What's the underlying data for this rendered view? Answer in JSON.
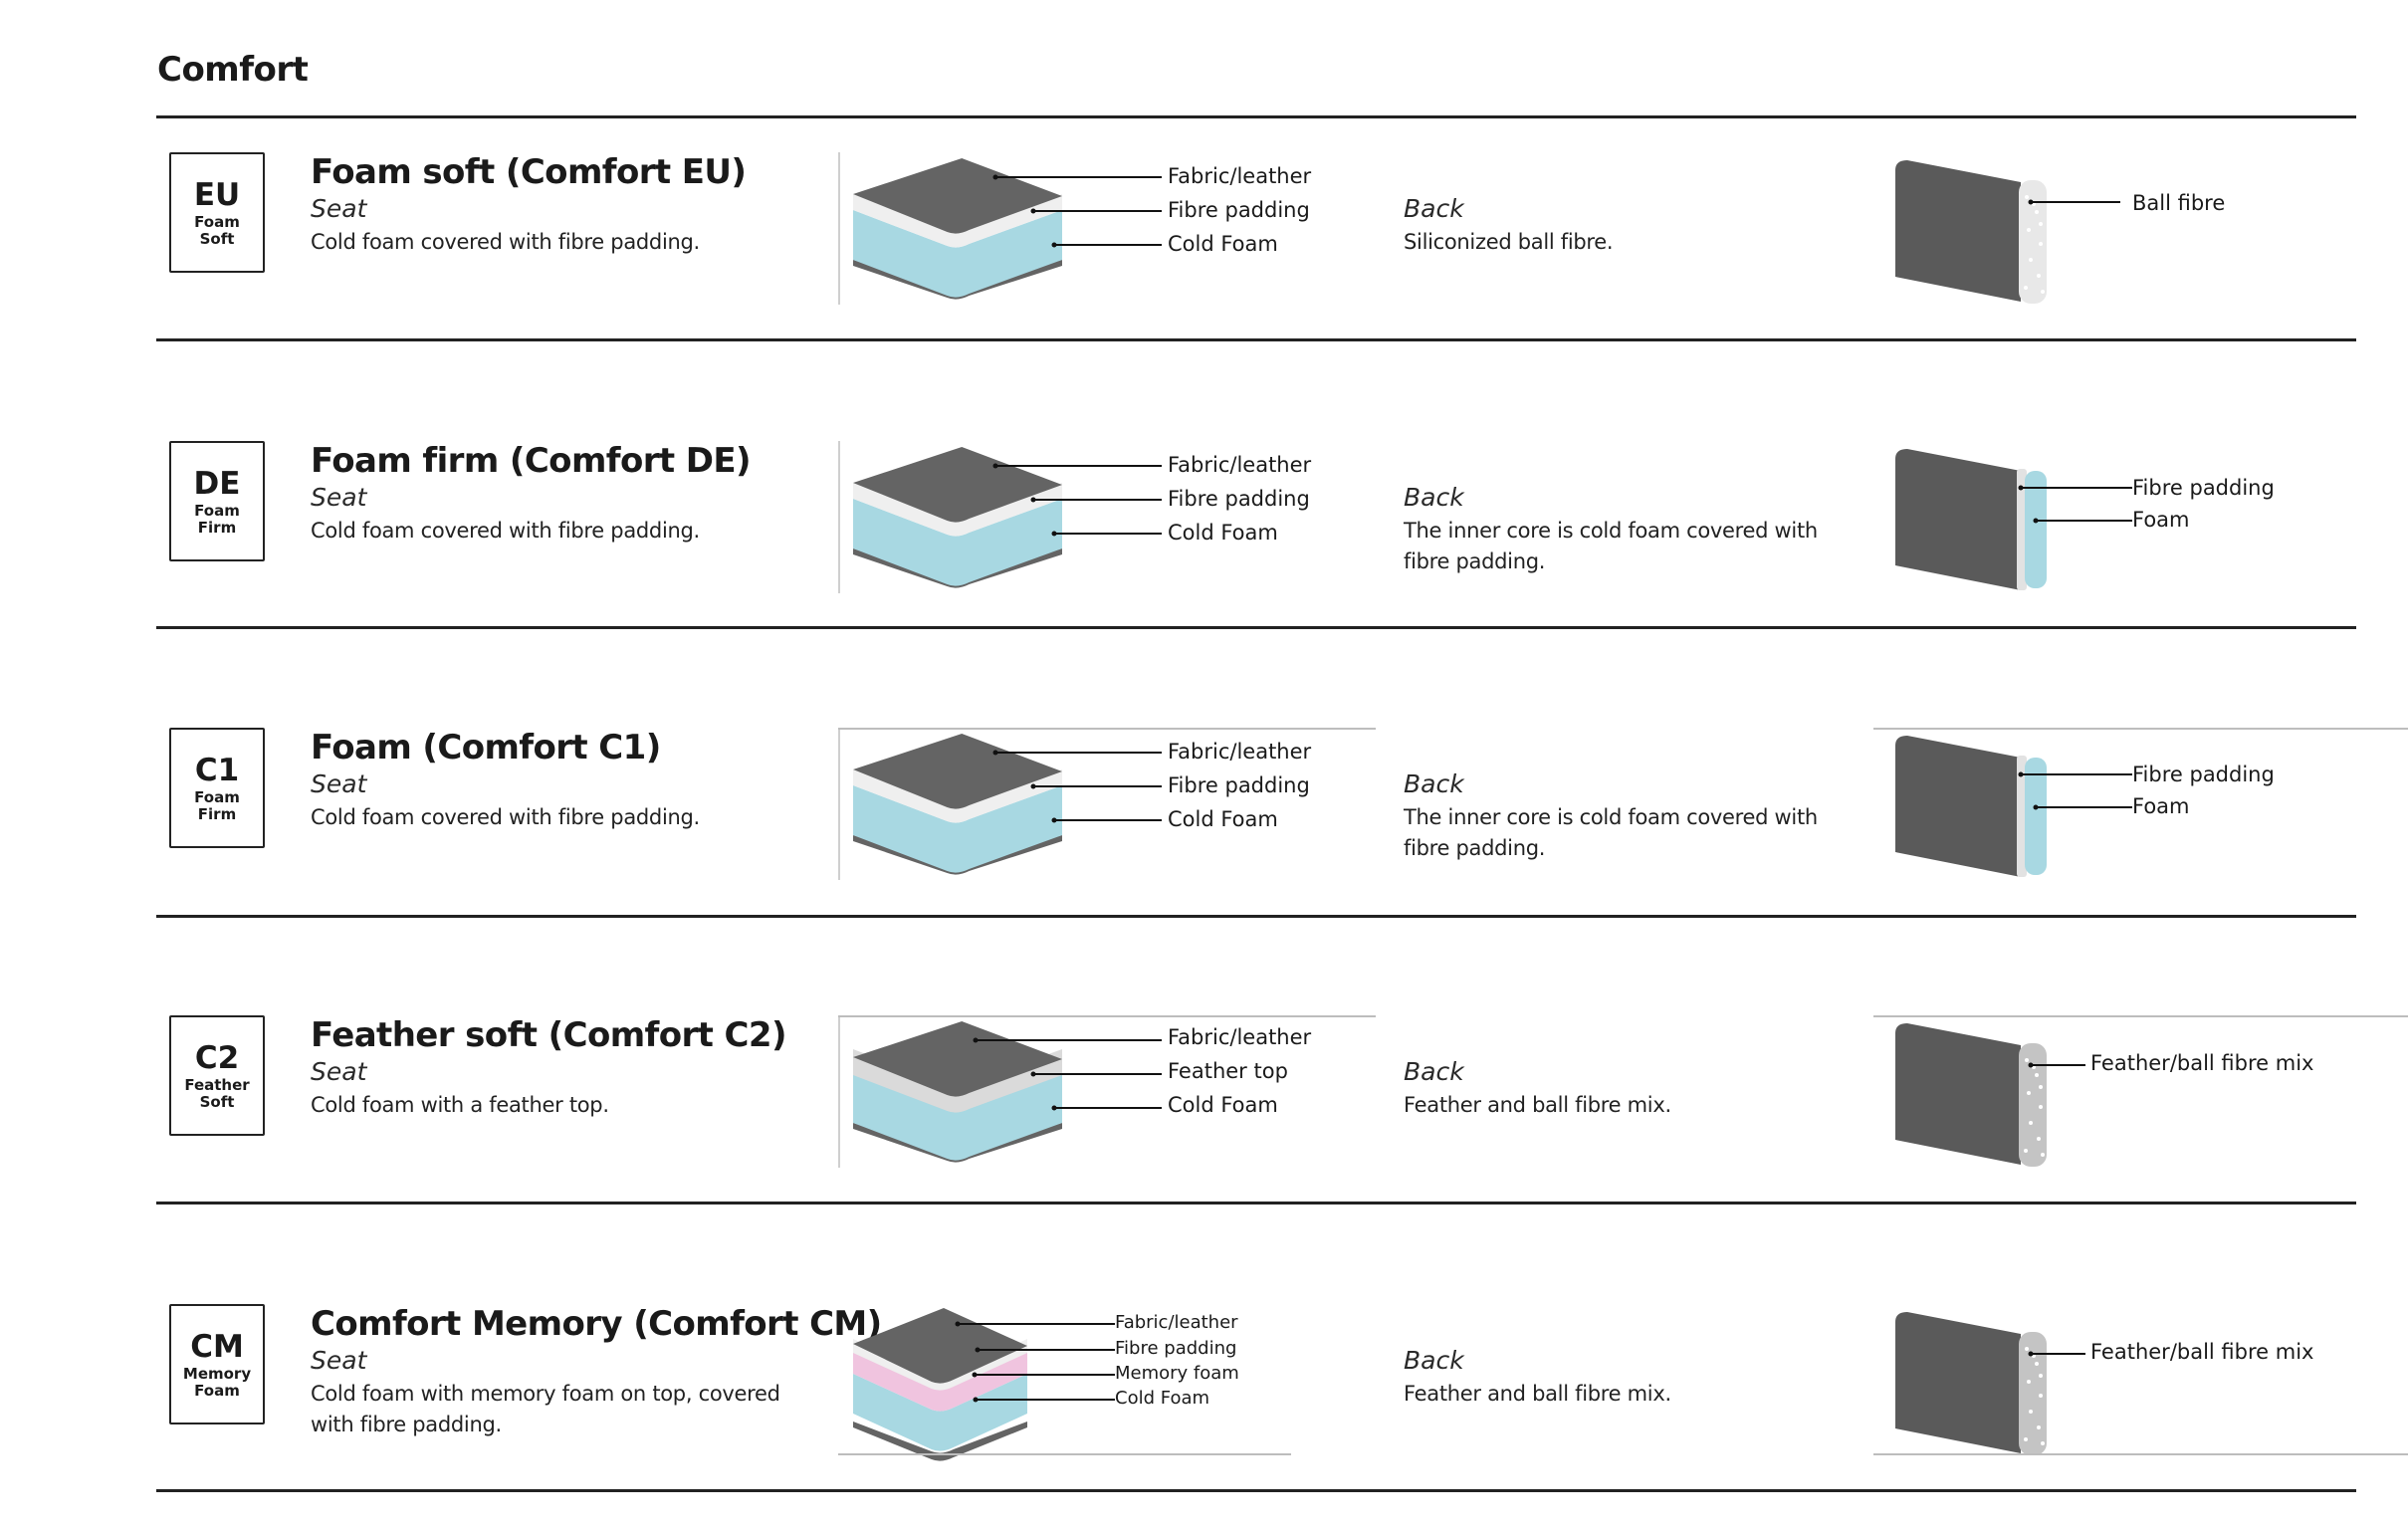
{
  "section_title": "Comfort",
  "colors": {
    "cover": "#646464",
    "fibre_padding": "#efefef",
    "cold_foam": "#a8d8e2",
    "memory_foam": "#f0c4df",
    "feather": "#dadada",
    "ball_fibre": "#e8e8e8",
    "mix": "#c4c4c4",
    "rule": "#222222"
  },
  "rows": [
    {
      "code": "EU",
      "sub": "Foam\nSoft",
      "title": "Foam soft (Comfort EU)",
      "seat_label": "Seat",
      "seat_desc": "Cold foam covered with fibre padding.",
      "seat_layers": [
        "Fabric/leather",
        "Fibre padding",
        "Cold Foam"
      ],
      "back_label": "Back",
      "back_desc": "Siliconized ball fibre.",
      "back_layers": [
        "Ball fibre"
      ]
    },
    {
      "code": "DE",
      "sub": "Foam\nFirm",
      "title": "Foam firm (Comfort DE)",
      "seat_label": "Seat",
      "seat_desc": "Cold foam covered with fibre padding.",
      "seat_layers": [
        "Fabric/leather",
        "Fibre padding",
        "Cold Foam"
      ],
      "back_label": "Back",
      "back_desc": "The inner core is cold foam covered with fibre padding.",
      "back_layers": [
        "Fibre padding",
        "Foam"
      ]
    },
    {
      "code": "C1",
      "sub": "Foam\nFirm",
      "title": "Foam (Comfort C1)",
      "seat_label": "Seat",
      "seat_desc": "Cold foam covered with fibre padding.",
      "seat_layers": [
        "Fabric/leather",
        "Fibre padding",
        "Cold Foam"
      ],
      "back_label": "Back",
      "back_desc": "The inner core is cold foam covered with fibre padding.",
      "back_layers": [
        "Fibre padding",
        "Foam"
      ]
    },
    {
      "code": "C2",
      "sub": "Feather\nSoft",
      "title": "Feather soft (Comfort C2)",
      "seat_label": "Seat",
      "seat_desc": "Cold foam with a feather top.",
      "seat_layers": [
        "Fabric/leather",
        "Feather top",
        "Cold Foam"
      ],
      "back_label": "Back",
      "back_desc": "Feather and ball fibre mix.",
      "back_layers": [
        "Feather/ball fibre mix"
      ]
    },
    {
      "code": "CM",
      "sub": "Memory\nFoam",
      "title": "Comfort Memory (Comfort CM)",
      "seat_label": "Seat",
      "seat_desc": "Cold foam with memory foam on top, covered with fibre padding.",
      "seat_layers": [
        "Fabric/leather",
        "Fibre padding",
        "Memory foam",
        "Cold Foam"
      ],
      "back_label": "Back",
      "back_desc": "Feather and ball fibre mix.",
      "back_layers": [
        "Feather/ball fibre mix"
      ]
    }
  ]
}
